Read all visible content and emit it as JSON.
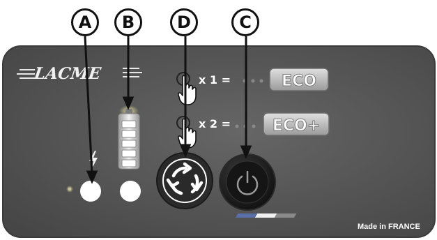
{
  "callouts": {
    "a": "A",
    "b": "B",
    "d": "D",
    "c": "C"
  },
  "panel": {
    "brand_logo": "LACME",
    "eco_label": "ECO",
    "eco_plus_label": "ECO+",
    "eco_x1": "x 1 =",
    "eco_x2": "x 2 =",
    "made_in": "Made in FRANCE"
  },
  "indicators": {
    "power_led_on": true,
    "charge_led_on": false,
    "charge_bolt_icon": "bolt-icon",
    "battery_icon": "battery-icon",
    "battery_level": 1.0
  },
  "buttons": {
    "mode_icon": "cycle-arrows-icon",
    "power_icon": "power-icon"
  },
  "colors": {
    "panel_bg": "#545454",
    "eco_badge": "#b8b8b8",
    "button_dark": "#1a1a1a",
    "callout_stroke": "#111111"
  }
}
